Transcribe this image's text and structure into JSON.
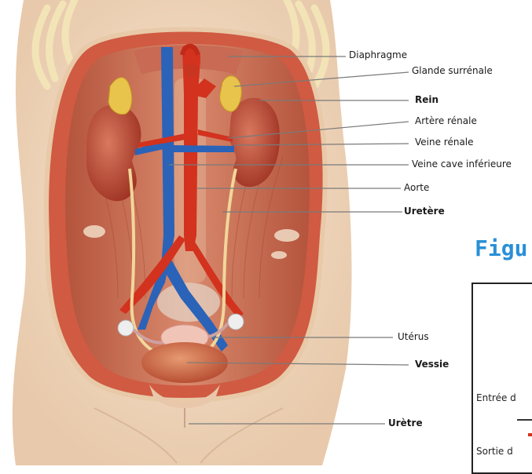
{
  "labels": {
    "diaphragme": "Diaphragme",
    "glande": "Glande surrénale",
    "rein": "Rein",
    "artere": "Artère rénale",
    "veine": "Veine rénale",
    "veine_cave": "Veine cave inférieure",
    "aorte": "Aorte",
    "uretere": "Uretère",
    "uterus": "Utérus",
    "vessie": "Vessie",
    "uretre": "Urètre"
  },
  "inset": {
    "title_fragment": "Figu",
    "entree": "Entrée d",
    "sortie": "Sortie d"
  },
  "colors": {
    "skin": "#f2dcc4",
    "muscle": "#c8664a",
    "kidney": "#b8402e",
    "artery": "#d2321e",
    "vein": "#2a63b8",
    "adrenal": "#e6c24a",
    "bladder": "#c8502e",
    "accent": "#2a8fd6"
  }
}
